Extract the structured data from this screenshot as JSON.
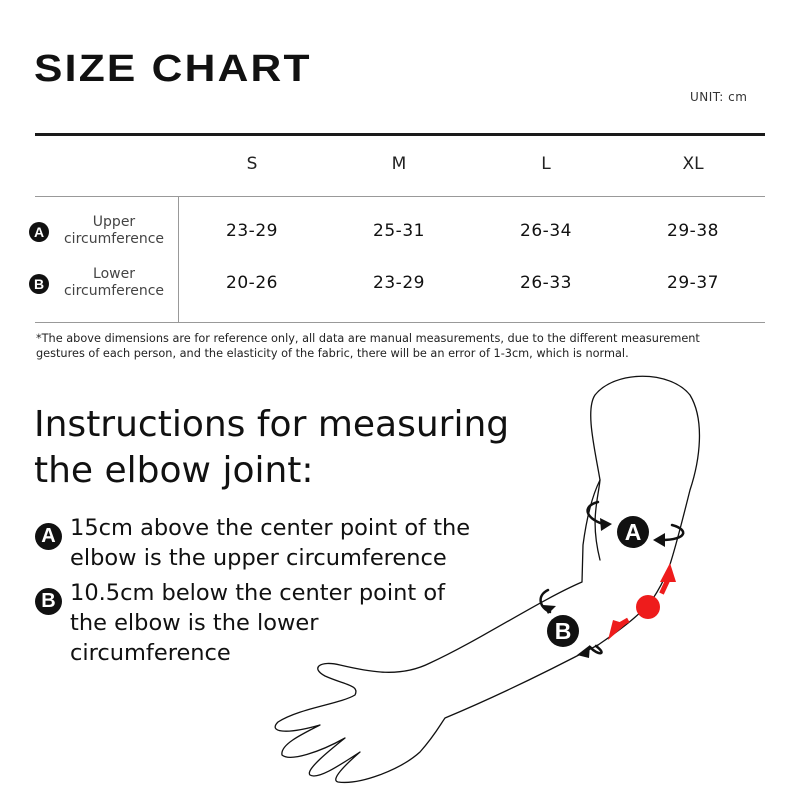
{
  "header": {
    "title": "SIZE CHART",
    "unit": "UNIT: cm"
  },
  "table": {
    "columns": [
      "S",
      "M",
      "L",
      "XL"
    ],
    "rows": [
      {
        "badge": "A",
        "label_line1": "Upper",
        "label_line2": "circumference",
        "values": [
          "23-29",
          "25-31",
          "26-34",
          "29-38"
        ]
      },
      {
        "badge": "B",
        "label_line1": "Lower",
        "label_line2": "circumference",
        "values": [
          "20-26",
          "23-29",
          "26-33",
          "29-37"
        ]
      }
    ]
  },
  "note": {
    "line1": "*The above dimensions are for reference only, all data are manual measurements, due to the different measurement",
    "line2": "gestures of each person, and the elasticity of the fabric, there will be an error of 1-3cm, which is normal."
  },
  "instructions": {
    "heading_line1": "Instructions for measuring",
    "heading_line2": "the elbow joint:",
    "items": [
      {
        "badge": "A",
        "line1": "15cm above the center point of the",
        "line2": "elbow is the upper circumference",
        "line3": ""
      },
      {
        "badge": "B",
        "line1": "10.5cm below the center point of",
        "line2": "the elbow is the lower",
        "line3": "circumference"
      }
    ]
  },
  "diagram": {
    "marker_a": "A",
    "marker_b": "B",
    "elbow_point_color": "#ee1c1c",
    "line_color": "#111111"
  }
}
